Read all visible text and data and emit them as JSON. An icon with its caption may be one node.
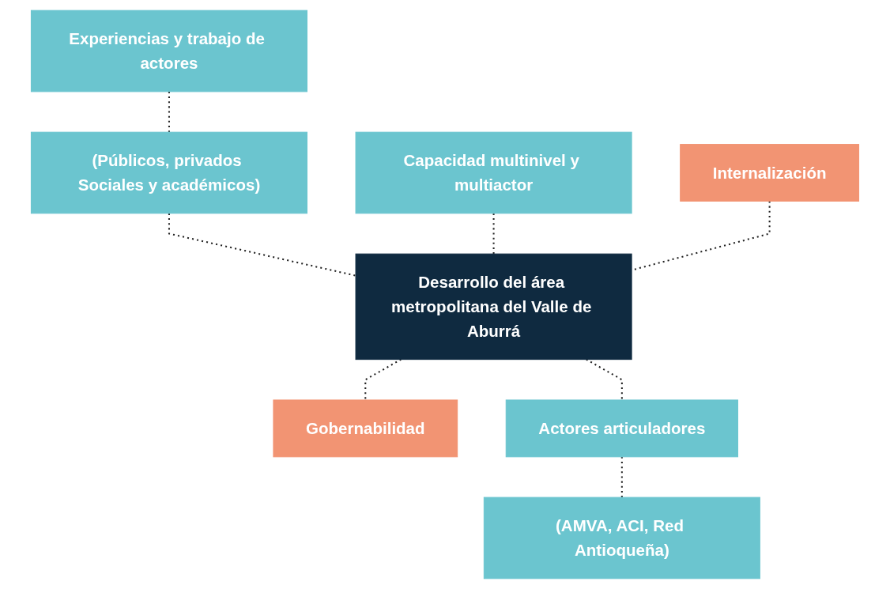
{
  "diagram": {
    "nodes": [
      {
        "text": [
          "Experiencias y trabajo de actores"
        ]
      },
      {
        "text": [
          "Capacidad multinivel y multiactor"
        ]
      },
      {
        "text": [
          "(Públicos, privados Sociales y académicos)"
        ]
      },
      {
        "text": [
          "Internalización"
        ]
      },
      {
        "text": [
          "Desarrollo del área metropolitana del Valle de Aburrá"
        ]
      },
      {
        "text": [
          "Gobernabilidad"
        ]
      },
      {
        "text": [
          "Actores articuladores"
        ]
      },
      {
        "text": [
          "(AMVA, ACI, Red Antioqueña)"
        ]
      }
    ],
    "edges": [
      {
        "from": 0,
        "to": 2,
        "arrow": "none",
        "style": "dashed"
      },
      {
        "from": 2,
        "to": 4,
        "arrow": "none",
        "style": "dashed"
      },
      {
        "from": 1,
        "to": 4,
        "arrow": "none",
        "style": "dashed"
      },
      {
        "from": 3,
        "to": 4,
        "arrow": "none",
        "style": "dashed"
      },
      {
        "from": 4,
        "to": 5,
        "arrow": "none",
        "style": "dashed"
      },
      {
        "from": 4,
        "to": 6,
        "arrow": "none",
        "style": "dashed"
      },
      {
        "from": 6,
        "to": 7,
        "arrow": "none",
        "style": "dashed"
      }
    ]
  }
}
